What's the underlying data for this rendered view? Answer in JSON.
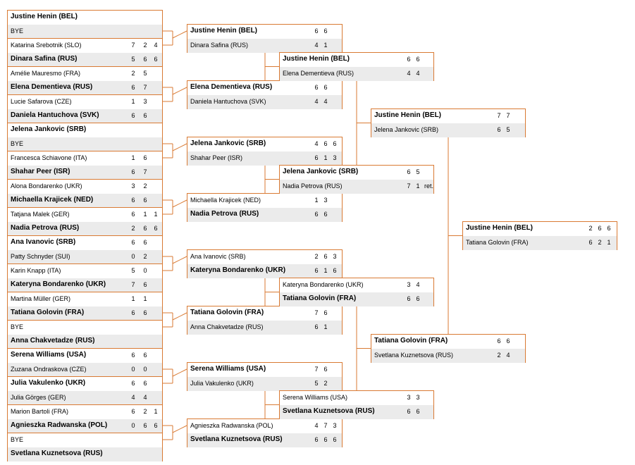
{
  "colors": {
    "border": "#d97a33",
    "second_row": "#ebebeb",
    "lines": "#d97a33"
  },
  "matches": [
    {
      "round": 1,
      "p1": {
        "name": "Justine Henin (BEL)",
        "scores": [],
        "win": true
      },
      "p2": {
        "name": "BYE",
        "scores": [],
        "win": false
      }
    },
    {
      "round": 1,
      "p1": {
        "name": "Katarina Srebotnik (SLO)",
        "scores": [
          "7",
          "2",
          "4"
        ],
        "win": false
      },
      "p2": {
        "name": "Dinara Safina (RUS)",
        "scores": [
          "5",
          "6",
          "6"
        ],
        "win": true
      }
    },
    {
      "round": 1,
      "p1": {
        "name": "Amélie Mauresmo (FRA)",
        "scores": [
          "2",
          "5"
        ],
        "win": false
      },
      "p2": {
        "name": "Elena Dementieva (RUS)",
        "scores": [
          "6",
          "7"
        ],
        "win": true
      }
    },
    {
      "round": 1,
      "p1": {
        "name": "Lucie Safarova (CZE)",
        "scores": [
          "1",
          "3"
        ],
        "win": false
      },
      "p2": {
        "name": "Daniela Hantuchova (SVK)",
        "scores": [
          "6",
          "6"
        ],
        "win": true
      }
    },
    {
      "round": 1,
      "p1": {
        "name": "Jelena Jankovic (SRB)",
        "scores": [],
        "win": true
      },
      "p2": {
        "name": "BYE",
        "scores": [],
        "win": false
      }
    },
    {
      "round": 1,
      "p1": {
        "name": "Francesca Schiavone (ITA)",
        "scores": [
          "1",
          "6"
        ],
        "win": false
      },
      "p2": {
        "name": "Shahar Peer (ISR)",
        "scores": [
          "6",
          "7"
        ],
        "win": true
      }
    },
    {
      "round": 1,
      "p1": {
        "name": "Alona Bondarenko (UKR)",
        "scores": [
          "3",
          "2"
        ],
        "win": false
      },
      "p2": {
        "name": "Michaella Krajicek (NED)",
        "scores": [
          "6",
          "6"
        ],
        "win": true
      }
    },
    {
      "round": 1,
      "p1": {
        "name": "Tatjana Malek (GER)",
        "scores": [
          "6",
          "1",
          "1"
        ],
        "win": false
      },
      "p2": {
        "name": "Nadia Petrova (RUS)",
        "scores": [
          "2",
          "6",
          "6"
        ],
        "win": true
      }
    },
    {
      "round": 1,
      "p1": {
        "name": "Ana Ivanovic (SRB)",
        "scores": [
          "6",
          "6"
        ],
        "win": true
      },
      "p2": {
        "name": "Patty Schnyder (SUI)",
        "scores": [
          "0",
          "2"
        ],
        "win": false
      }
    },
    {
      "round": 1,
      "p1": {
        "name": "Karin Knapp (ITA)",
        "scores": [
          "5",
          "0"
        ],
        "win": false
      },
      "p2": {
        "name": "Kateryna Bondarenko (UKR)",
        "scores": [
          "7",
          "6"
        ],
        "win": true
      }
    },
    {
      "round": 1,
      "p1": {
        "name": "Martina Müller (GER)",
        "scores": [
          "1",
          "1"
        ],
        "win": false
      },
      "p2": {
        "name": "Tatiana Golovin (FRA)",
        "scores": [
          "6",
          "6"
        ],
        "win": true
      }
    },
    {
      "round": 1,
      "p1": {
        "name": "BYE",
        "scores": [],
        "win": false
      },
      "p2": {
        "name": "Anna Chakvetadze (RUS)",
        "scores": [],
        "win": true
      }
    },
    {
      "round": 1,
      "p1": {
        "name": "Serena Williams (USA)",
        "scores": [
          "6",
          "6"
        ],
        "win": true
      },
      "p2": {
        "name": "Zuzana Ondraskova (CZE)",
        "scores": [
          "0",
          "0"
        ],
        "win": false
      }
    },
    {
      "round": 1,
      "p1": {
        "name": "Julia Vakulenko (UKR)",
        "scores": [
          "6",
          "6"
        ],
        "win": true
      },
      "p2": {
        "name": "Julia Görges (GER)",
        "scores": [
          "4",
          "4"
        ],
        "win": false
      }
    },
    {
      "round": 1,
      "p1": {
        "name": "Marion Bartoli (FRA)",
        "scores": [
          "6",
          "2",
          "1"
        ],
        "win": false
      },
      "p2": {
        "name": "Agnieszka Radwanska (POL)",
        "scores": [
          "0",
          "6",
          "6"
        ],
        "win": true
      }
    },
    {
      "round": 1,
      "p1": {
        "name": "BYE",
        "scores": [],
        "win": false
      },
      "p2": {
        "name": "Svetlana Kuznetsova (RUS)",
        "scores": [],
        "win": true
      }
    },
    {
      "round": 2,
      "p1": {
        "name": "Justine Henin (BEL)",
        "scores": [
          "6",
          "6"
        ],
        "win": true
      },
      "p2": {
        "name": "Dinara Safina (RUS)",
        "scores": [
          "4",
          "1"
        ],
        "win": false
      }
    },
    {
      "round": 2,
      "p1": {
        "name": "Elena Dementieva (RUS)",
        "scores": [
          "6",
          "6"
        ],
        "win": true
      },
      "p2": {
        "name": "Daniela Hantuchova (SVK)",
        "scores": [
          "4",
          "4"
        ],
        "win": false
      }
    },
    {
      "round": 2,
      "p1": {
        "name": "Jelena Jankovic (SRB)",
        "scores": [
          "4",
          "6",
          "6"
        ],
        "win": true
      },
      "p2": {
        "name": "Shahar Peer (ISR)",
        "scores": [
          "6",
          "1",
          "3"
        ],
        "win": false
      }
    },
    {
      "round": 2,
      "p1": {
        "name": "Michaella Krajicek (NED)",
        "scores": [
          "1",
          "3"
        ],
        "win": false
      },
      "p2": {
        "name": "Nadia Petrova (RUS)",
        "scores": [
          "6",
          "6"
        ],
        "win": true
      }
    },
    {
      "round": 2,
      "p1": {
        "name": "Ana Ivanovic (SRB)",
        "scores": [
          "2",
          "6",
          "3"
        ],
        "win": false
      },
      "p2": {
        "name": "Kateryna Bondarenko (UKR)",
        "scores": [
          "6",
          "1",
          "6"
        ],
        "win": true
      }
    },
    {
      "round": 2,
      "p1": {
        "name": "Tatiana Golovin (FRA)",
        "scores": [
          "7",
          "6"
        ],
        "win": true
      },
      "p2": {
        "name": "Anna Chakvetadze (RUS)",
        "scores": [
          "6",
          "1"
        ],
        "win": false
      }
    },
    {
      "round": 2,
      "p1": {
        "name": "Serena Williams (USA)",
        "scores": [
          "7",
          "6"
        ],
        "win": true
      },
      "p2": {
        "name": "Julia Vakulenko (UKR)",
        "scores": [
          "5",
          "2"
        ],
        "win": false
      }
    },
    {
      "round": 2,
      "p1": {
        "name": "Agnieszka Radwanska (POL)",
        "scores": [
          "4",
          "7",
          "3"
        ],
        "win": false
      },
      "p2": {
        "name": "Svetlana Kuznetsova (RUS)",
        "scores": [
          "6",
          "6",
          "6"
        ],
        "win": true
      }
    },
    {
      "round": 3,
      "p1": {
        "name": "Justine Henin (BEL)",
        "scores": [
          "6",
          "6"
        ],
        "win": true
      },
      "p2": {
        "name": "Elena Dementieva (RUS)",
        "scores": [
          "4",
          "4"
        ],
        "win": false
      }
    },
    {
      "round": 3,
      "p1": {
        "name": "Jelena Jankovic (SRB)",
        "scores": [
          "6",
          "5"
        ],
        "win": true
      },
      "p2": {
        "name": "Nadia Petrova (RUS)",
        "scores": [
          "7",
          "1"
        ],
        "extra": "ret.",
        "win": false
      }
    },
    {
      "round": 3,
      "p1": {
        "name": "Kateryna Bondarenko (UKR)",
        "scores": [
          "3",
          "4"
        ],
        "win": false
      },
      "p2": {
        "name": "Tatiana Golovin (FRA)",
        "scores": [
          "6",
          "6"
        ],
        "win": true
      }
    },
    {
      "round": 3,
      "p1": {
        "name": "Serena Williams (USA)",
        "scores": [
          "3",
          "3"
        ],
        "win": false
      },
      "p2": {
        "name": "Svetlana Kuznetsova (RUS)",
        "scores": [
          "6",
          "6"
        ],
        "win": true
      }
    },
    {
      "round": 4,
      "p1": {
        "name": "Justine Henin (BEL)",
        "scores": [
          "7",
          "7"
        ],
        "win": true
      },
      "p2": {
        "name": "Jelena Jankovic (SRB)",
        "scores": [
          "6",
          "5"
        ],
        "win": false
      }
    },
    {
      "round": 4,
      "p1": {
        "name": "Tatiana Golovin (FRA)",
        "scores": [
          "6",
          "6"
        ],
        "win": true
      },
      "p2": {
        "name": "Svetlana Kuznetsova (RUS)",
        "scores": [
          "2",
          "4"
        ],
        "win": false
      }
    },
    {
      "round": 5,
      "p1": {
        "name": "Justine Henin (BEL)",
        "scores": [
          "2",
          "6",
          "6"
        ],
        "win": true
      },
      "p2": {
        "name": "Tatiana Golovin (FRA)",
        "scores": [
          "6",
          "2",
          "1"
        ],
        "win": false
      }
    }
  ]
}
